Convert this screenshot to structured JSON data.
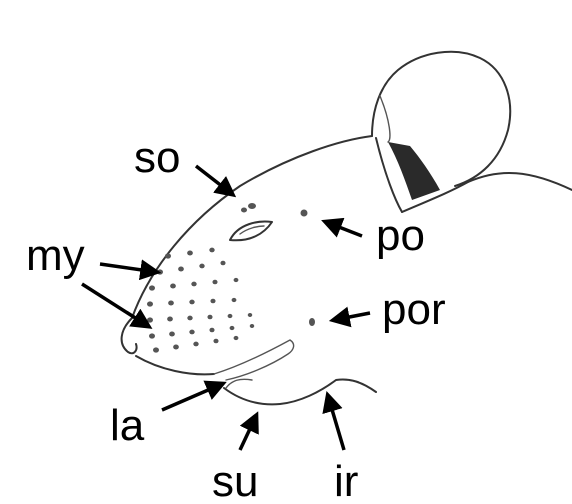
{
  "labels": {
    "so": "so",
    "po": "po",
    "my": "my",
    "por": "por",
    "la": "la",
    "su": "su",
    "ir": "ir"
  },
  "colors": {
    "ink": "#000000",
    "outline": "#333333",
    "ear_inner": "#2a2a2a",
    "background": "#ffffff"
  }
}
